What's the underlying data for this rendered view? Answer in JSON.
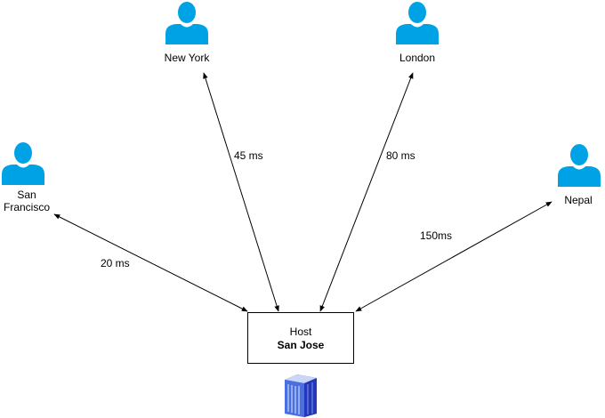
{
  "colors": {
    "user_icon": "#00a2e6",
    "line": "#000000",
    "server_light": "#b7c8f4",
    "server_mid": "#4a6fe0",
    "server_dark": "#1f2fa8"
  },
  "users": [
    {
      "id": "san-francisco",
      "label_line1": "San",
      "label_line2": "Francisco",
      "icon": "user-icon"
    },
    {
      "id": "new-york",
      "label": "New York",
      "icon": "user-icon"
    },
    {
      "id": "london",
      "label": "London",
      "icon": "user-icon"
    },
    {
      "id": "nepal",
      "label": "Nepal",
      "icon": "user-icon"
    }
  ],
  "links": [
    {
      "from": "san-francisco",
      "to": "host",
      "latency": "20 ms"
    },
    {
      "from": "new-york",
      "to": "host",
      "latency": "45 ms"
    },
    {
      "from": "london",
      "to": "host",
      "latency": "80 ms"
    },
    {
      "from": "nepal",
      "to": "host",
      "latency": "150ms"
    }
  ],
  "host": {
    "title": "Host",
    "location": "San Jose",
    "icon": "server-icon"
  }
}
